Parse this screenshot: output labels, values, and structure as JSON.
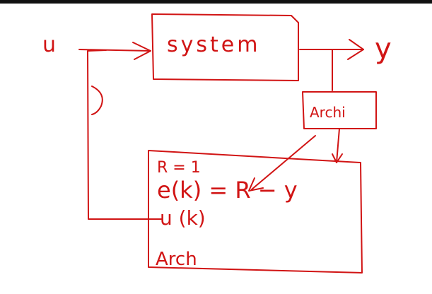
{
  "page": {
    "background": "#ffffff",
    "top_bar_color": "#111111",
    "ink_color": "#d11414"
  },
  "diagram": {
    "input_label": "u",
    "output_label": "y",
    "system_block": {
      "label": "system"
    },
    "sensor_block": {
      "label": "Archi"
    },
    "controller_block": {
      "line1": "R = 1",
      "line2": "e(k) = R − y",
      "line3": "u (k)",
      "footer": "Arch"
    }
  }
}
